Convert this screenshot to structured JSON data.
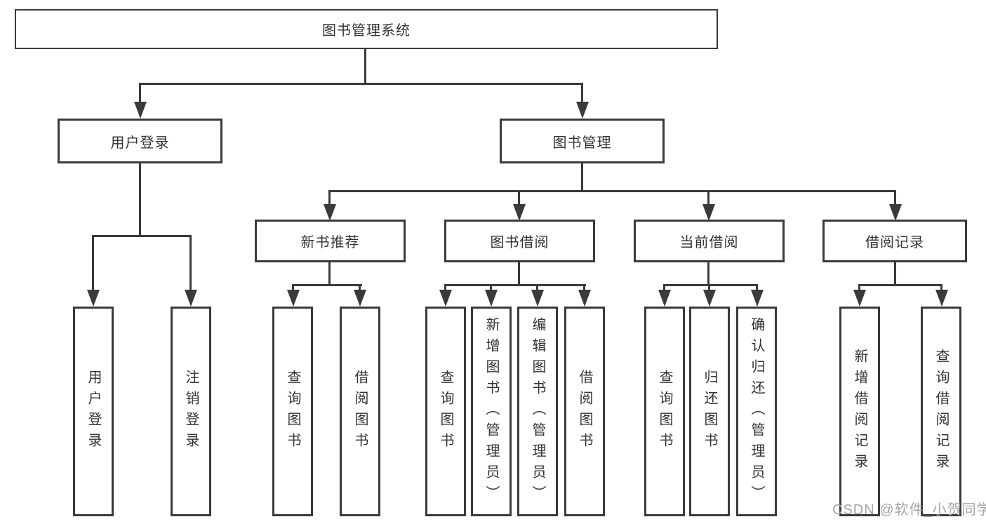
{
  "tree": {
    "label": "图书管理系统",
    "children": [
      {
        "label": "用户登录",
        "children": [
          {
            "label": "用户登录"
          },
          {
            "label": "注销登录"
          }
        ]
      },
      {
        "label": "图书管理",
        "children": [
          {
            "label": "新书推荐",
            "children": [
              {
                "label": "查询图书"
              },
              {
                "label": "借阅图书"
              }
            ]
          },
          {
            "label": "图书借阅",
            "children": [
              {
                "label": "查询图书"
              },
              {
                "label": "新增图书（管理员）"
              },
              {
                "label": "编辑图书（管理员）"
              },
              {
                "label": "借阅图书"
              }
            ]
          },
          {
            "label": "当前借阅",
            "children": [
              {
                "label": "查询图书"
              },
              {
                "label": "归还图书"
              },
              {
                "label": "确认归还（管理员）"
              }
            ]
          },
          {
            "label": "借阅记录",
            "children": [
              {
                "label": "新增借阅记录"
              },
              {
                "label": "查询借阅记录"
              }
            ]
          }
        ]
      }
    ]
  },
  "watermark": {
    "text": "CSDN @软件_小贺同学"
  },
  "colors": {
    "line": "#3a3a3a",
    "text": "#333333",
    "watermark": "#a5a5a5",
    "background": "#ffffff"
  }
}
